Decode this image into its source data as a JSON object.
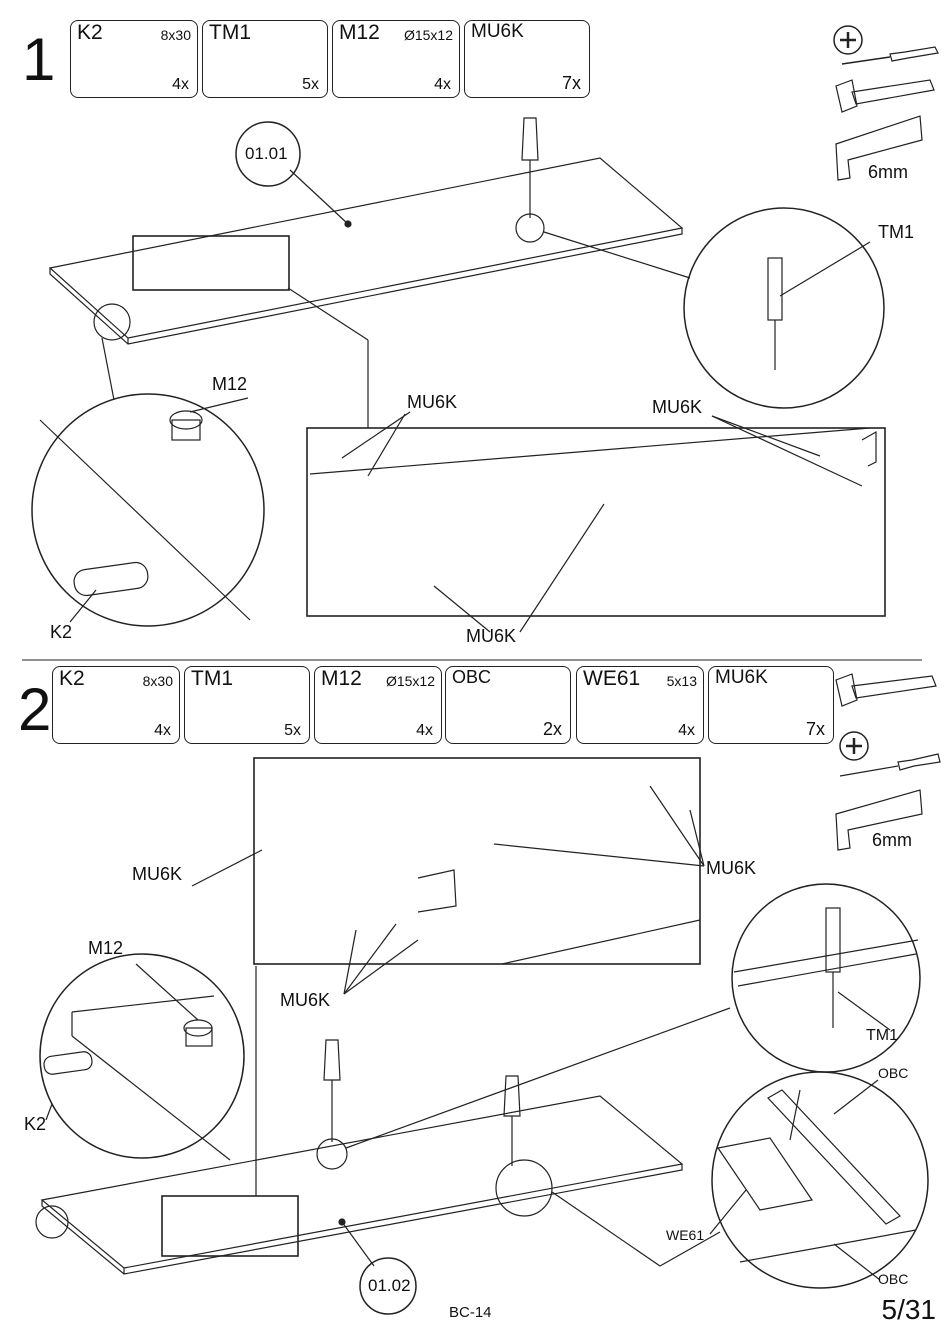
{
  "step1": {
    "number": "1",
    "parts": [
      {
        "code": "K2",
        "size": "8x30",
        "qty": "4x"
      },
      {
        "code": "TM1",
        "size": "",
        "qty": "5x"
      },
      {
        "code": "M12",
        "size": "Ø15x12",
        "qty": "4x"
      },
      {
        "code": "MU6K",
        "size": "",
        "qty": "7x"
      }
    ],
    "tools": {
      "allen_key": "6mm"
    },
    "panel_id": "01.01",
    "callouts": {
      "tm1": "TM1",
      "m12": "M12",
      "k2": "K2",
      "mu6k_top": "MU6K",
      "mu6k_right": "MU6K",
      "mu6k_bottom": "MU6K"
    }
  },
  "step2": {
    "number": "2",
    "parts": [
      {
        "code": "K2",
        "size": "8x30",
        "qty": "4x"
      },
      {
        "code": "TM1",
        "size": "",
        "qty": "5x"
      },
      {
        "code": "M12",
        "size": "Ø15x12",
        "qty": "4x"
      },
      {
        "code": "OBC",
        "size": "",
        "qty": "2x"
      },
      {
        "code": "WE61",
        "size": "5x13",
        "qty": "4x"
      },
      {
        "code": "MU6K",
        "size": "",
        "qty": "7x"
      }
    ],
    "tools": {
      "allen_key": "6mm"
    },
    "panel_id": "01.02",
    "callouts": {
      "mu6k_left": "MU6K",
      "mu6k_right": "MU6K",
      "mu6k_bottom": "MU6K",
      "m12": "M12",
      "k2": "K2",
      "tm1": "TM1",
      "obc_top": "OBC",
      "we61": "WE61",
      "obc_bottom": "OBC"
    }
  },
  "footer": {
    "code": "BC-14",
    "page": "5/31"
  }
}
